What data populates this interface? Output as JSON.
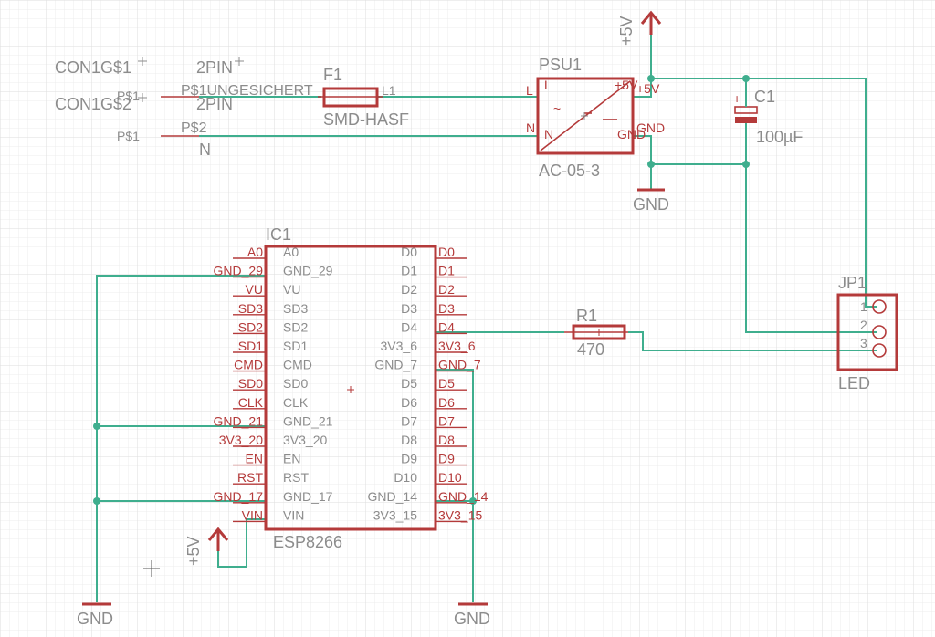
{
  "labels": {
    "con1_name": "CON1G$1",
    "con1_value": "2PIN",
    "con2_name": "CON1G$2",
    "con2_value": "2PIN",
    "con1_pin": "P$1",
    "con2_pin": "P$1",
    "net_ungesichert": "P$1UNGESICHERT",
    "net_p2": "P$2",
    "net_n": "N",
    "fuse_name": "F1",
    "fuse_value": "SMD-HASF",
    "fuse_pin_l1": "L1",
    "psu_name": "PSU1",
    "psu_value": "AC-05-3",
    "psu_pin_l": "L",
    "psu_pin_n": "N",
    "psu_pin_5v": "+5V",
    "psu_pin_gnd": "GND",
    "psu_inner_l": "L",
    "psu_inner_n": "N",
    "psu_inner_gnd": "GND",
    "psu_inner_5v": "+5V",
    "supply_top": "+5V",
    "gnd_psu": "GND",
    "cap_name": "C1",
    "cap_value": "100µF",
    "cap_plus": "+",
    "ic_name": "IC1",
    "ic_value": "ESP8266",
    "res_name": "R1",
    "res_value": "470",
    "jp_name": "JP1",
    "jp_value": "LED",
    "jp_pins": [
      "1",
      "2",
      "3"
    ],
    "supply_ic": "+5V",
    "gnd_left": "GND",
    "gnd_right": "GND"
  },
  "ic_left_outer": [
    "A0",
    "GND_29",
    "VU",
    "SD3",
    "SD2",
    "SD1",
    "CMD",
    "SD0",
    "CLK",
    "GND_21",
    "3V3_20",
    "EN",
    "RST",
    "GND_17",
    "VIN"
  ],
  "ic_left_inner": [
    "A0",
    "GND_29",
    "VU",
    "SD3",
    "SD2",
    "SD1",
    "CMD",
    "SD0",
    "CLK",
    "GND_21",
    "3V3_20",
    "EN",
    "RST",
    "GND_17",
    "VIN"
  ],
  "ic_right_inner": [
    "D0",
    "D1",
    "D2",
    "D3",
    "D4",
    "3V3_6",
    "GND_7",
    "D5",
    "D6",
    "D7",
    "D8",
    "D9",
    "D10",
    "GND_14",
    "3V3_15"
  ],
  "ic_right_outer": [
    "D0",
    "D1",
    "D2",
    "D3",
    "D4",
    "3V3_6",
    "GND_7",
    "D5",
    "D6",
    "D7",
    "D8",
    "D9",
    "D10",
    "GND_14",
    "3V3_15"
  ]
}
